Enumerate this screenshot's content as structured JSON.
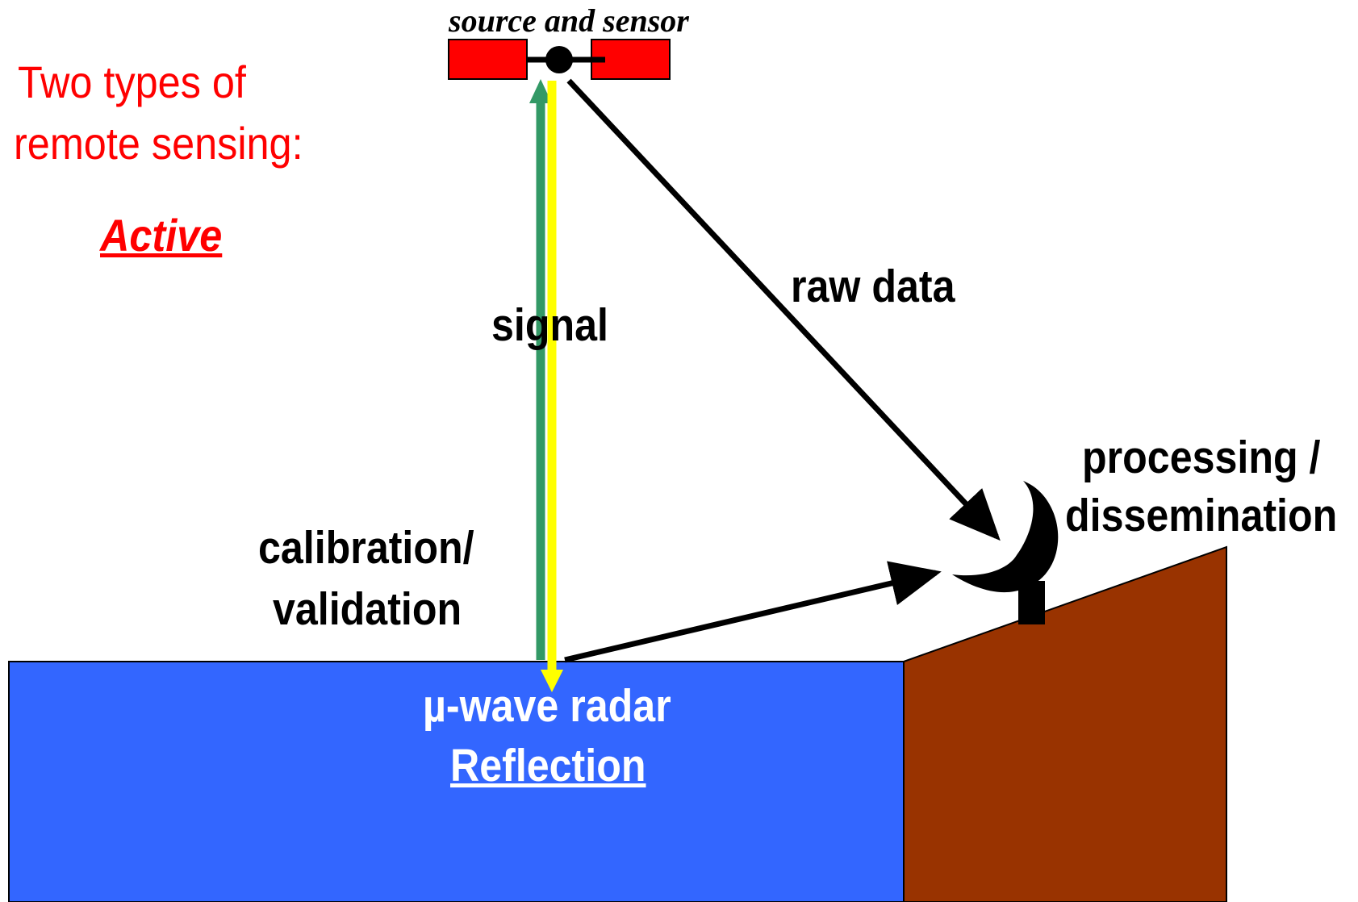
{
  "intro": {
    "line1": "Two types of",
    "line2": "remote sensing:",
    "type": "Active"
  },
  "satellite": {
    "caption": "source and sensor",
    "panel_color": "#ff0000"
  },
  "arrows": {
    "signal": "signal",
    "raw_data": "raw data",
    "calval_line1": "calibration/",
    "calval_line2": "validation"
  },
  "station": {
    "line1": "processing /",
    "line2": "dissemination"
  },
  "surface": {
    "line1": "µ-wave radar",
    "line2": "Reflection",
    "water_color": "#3366ff",
    "land_color": "#993300"
  },
  "colors": {
    "signal_up": "#339966",
    "signal_down": "#ffff00",
    "text": "#000000",
    "title": "#ff0000"
  }
}
